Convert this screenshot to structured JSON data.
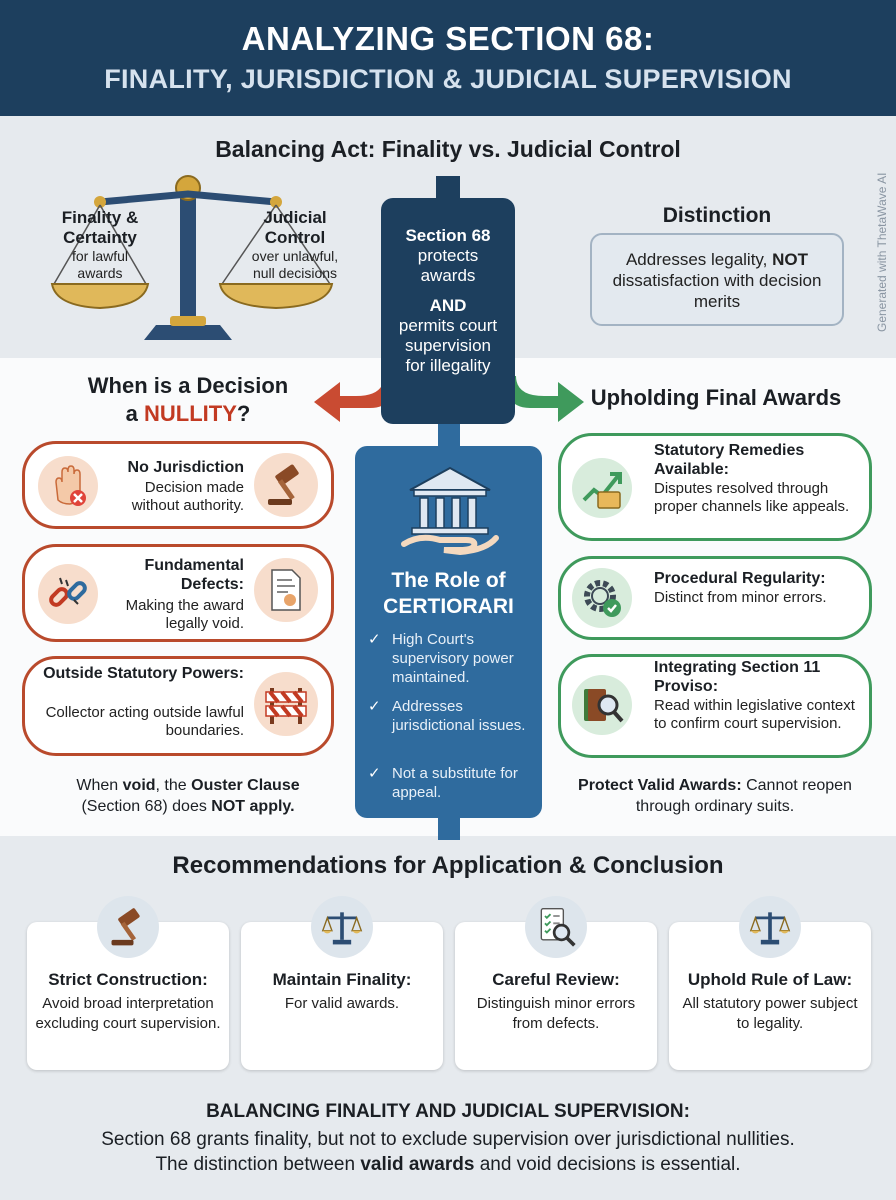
{
  "header": {
    "title": "ANALYZING SECTION 68:",
    "subtitle": "FINALITY, JURISDICTION & JUDICIAL SUPERVISION"
  },
  "watermark": "Generated with ThetaWave AI",
  "balance": {
    "title": "Balancing Act: Finality vs. Judicial Control",
    "left_label": "Finality & Certainty",
    "left_sub": "for lawful awards",
    "right_label": "Judicial Control",
    "right_sub": "over unlawful, null decisions"
  },
  "center": {
    "line1": "Section 68",
    "line2": "protects awards",
    "line3": "AND",
    "line4": "permits court supervision for illegality"
  },
  "distinction": {
    "title": "Distinction",
    "text_a": "Addresses legality,",
    "text_b": "NOT",
    "text_c": "dissatisfaction with decision merits"
  },
  "nullity": {
    "title_a": "When is a Decision",
    "title_b": "a",
    "title_c": "NULLITY",
    "title_d": "?",
    "items": [
      {
        "title": "No Jurisdiction",
        "text": "Decision made without authority.",
        "icon": "hand-stop-icon",
        "icon2": "gavel-icon"
      },
      {
        "title": "Fundamental Defects:",
        "text": "Making the award legally void.",
        "icon": "broken-chain-icon",
        "icon2": "document-seal-icon"
      },
      {
        "title": "Outside Statutory Powers:",
        "text": "Collector acting outside lawful boundaries.",
        "icon": "barrier-icon"
      }
    ],
    "note_a": "When",
    "note_b": "void",
    "note_c": ", the",
    "note_d": "Ouster Clause",
    "note_e": "(Section 68) does",
    "note_f": "NOT apply."
  },
  "certiorari": {
    "title": "The Role of CERTIORARI",
    "icon": "courthouse-hand-icon",
    "items": [
      "High Court's supervisory power maintained.",
      "Addresses jurisdictional issues.",
      "Not a substitute for appeal."
    ]
  },
  "upholding": {
    "title": "Upholding Final Awards",
    "items": [
      {
        "title": "Statutory Remedies Available:",
        "text": "Disputes resolved through proper channels like appeals.",
        "icon": "growth-folder-icon"
      },
      {
        "title": "Procedural Regularity:",
        "text": "Distinct from minor errors.",
        "icon": "gear-check-icon"
      },
      {
        "title": "Integrating Section 11 Proviso:",
        "text": "Read within legislative context to confirm court supervision.",
        "icon": "book-magnifier-icon"
      }
    ],
    "note_a": "Protect Valid Awards:",
    "note_b": "Cannot reopen through ordinary suits."
  },
  "recommendations": {
    "title": "Recommendations for Application & Conclusion",
    "cards": [
      {
        "title": "Strict Construction:",
        "text": "Avoid broad interpretation excluding court supervision.",
        "icon": "gavel-icon"
      },
      {
        "title": "Maintain Finality:",
        "text": "For valid awards.",
        "icon": "scales-icon"
      },
      {
        "title": "Careful Review:",
        "text": "Distinguish minor errors from defects.",
        "icon": "checklist-magnifier-icon"
      },
      {
        "title": "Uphold Rule of Law:",
        "text": "All statutory power subject to legality.",
        "icon": "scales-icon"
      }
    ]
  },
  "conclusion": {
    "title": "BALANCING FINALITY AND JUDICIAL SUPERVISION:",
    "line1": "Section 68 grants finality, but not to exclude supervision over jurisdictional nullities.",
    "line2_a": "The distinction between",
    "line2_b": "valid awards",
    "line2_c": "and void decisions is essential."
  },
  "colors": {
    "navy": "#1d3f5e",
    "blue": "#2f6b9e",
    "red": "#b94a2c",
    "green": "#3f9a5c"
  }
}
